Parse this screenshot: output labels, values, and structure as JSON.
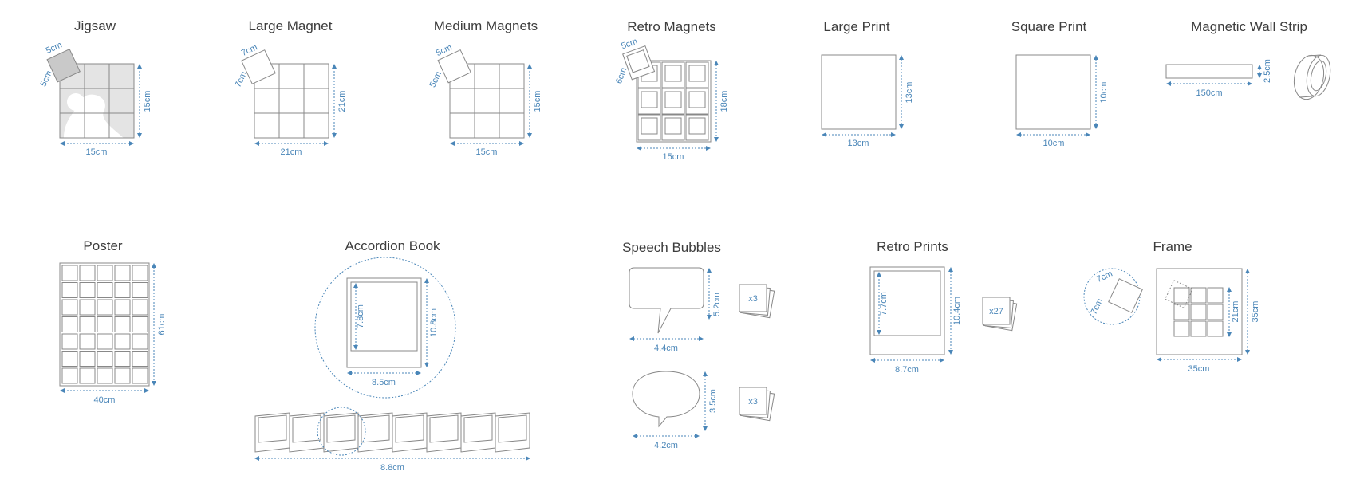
{
  "products": {
    "jigsaw": {
      "title": "Jigsaw",
      "piece_w": "5cm",
      "piece_h": "5cm",
      "width": "15cm",
      "height": "15cm"
    },
    "large_magnet": {
      "title": "Large Magnet",
      "piece_w": "7cm",
      "piece_h": "7cm",
      "width": "21cm",
      "height": "21cm"
    },
    "medium_magnets": {
      "title": "Medium Magnets",
      "piece_w": "5cm",
      "piece_h": "5cm",
      "width": "15cm",
      "height": "15cm"
    },
    "retro_magnets": {
      "title": "Retro Magnets",
      "piece_w": "5cm",
      "piece_h": "6cm",
      "width": "15cm",
      "height": "18cm"
    },
    "large_print": {
      "title": "Large Print",
      "width": "13cm",
      "height": "13cm"
    },
    "square_print": {
      "title": "Square Print",
      "width": "10cm",
      "height": "10cm"
    },
    "wall_strip": {
      "title": "Magnetic Wall Strip",
      "width": "150cm",
      "height": "2.5cm"
    },
    "poster": {
      "title": "Poster",
      "width": "40cm",
      "height": "61cm"
    },
    "accordion": {
      "title": "Accordion Book",
      "photo_h": "7.8cm",
      "card_h": "10.8cm",
      "card_w": "8.5cm",
      "strip_w": "8.8cm"
    },
    "speech": {
      "title": "Speech Bubbles",
      "b1_w": "4.4cm",
      "b1_h": "5.2cm",
      "b1_count": "x3",
      "b2_w": "4.2cm",
      "b2_h": "3.5cm",
      "b2_count": "x3"
    },
    "retro_prints": {
      "title": "Retro Prints",
      "photo_h": "7.7cm",
      "card_h": "10.4cm",
      "card_w": "8.7cm",
      "count": "x27"
    },
    "frame": {
      "title": "Frame",
      "piece_w": "7cm",
      "piece_h": "7cm",
      "inner_h": "21cm",
      "width": "35cm",
      "height": "35cm"
    }
  },
  "colors": {
    "accent": "#4a86b8",
    "line": "#888888",
    "title": "#3d3d3d",
    "fill": "#e4e4e4"
  }
}
